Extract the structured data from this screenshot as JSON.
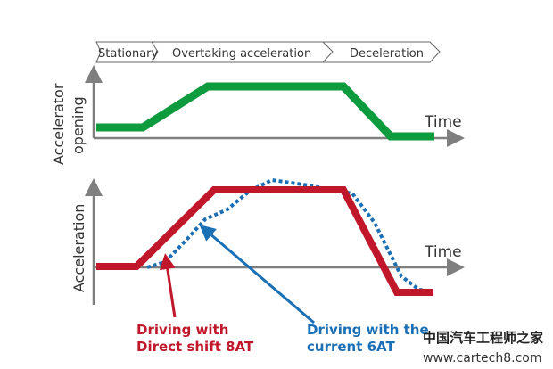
{
  "phases": [
    "Stationary",
    "Overtaking acceleration",
    "Deceleration"
  ],
  "top_chart": {
    "ylabel_line1": "Accelerator",
    "ylabel_line2": "opening",
    "xlabel": "Time"
  },
  "bottom_chart": {
    "ylabel": "Acceleration",
    "xlabel": "Time"
  },
  "legend": {
    "direct_shift": {
      "line1": "Driving with",
      "line2": "Direct shift 8AT"
    },
    "current": {
      "line1": "Driving with the",
      "line2": "current 6AT"
    }
  },
  "colors": {
    "green": "#0d9b3e",
    "red": "#c0172b",
    "blue": "#1a6fb5",
    "axis": "#7f7f7f"
  },
  "watermark": {
    "line1": "中国汽车工程师之家",
    "line2": "www.cartech8.com"
  }
}
